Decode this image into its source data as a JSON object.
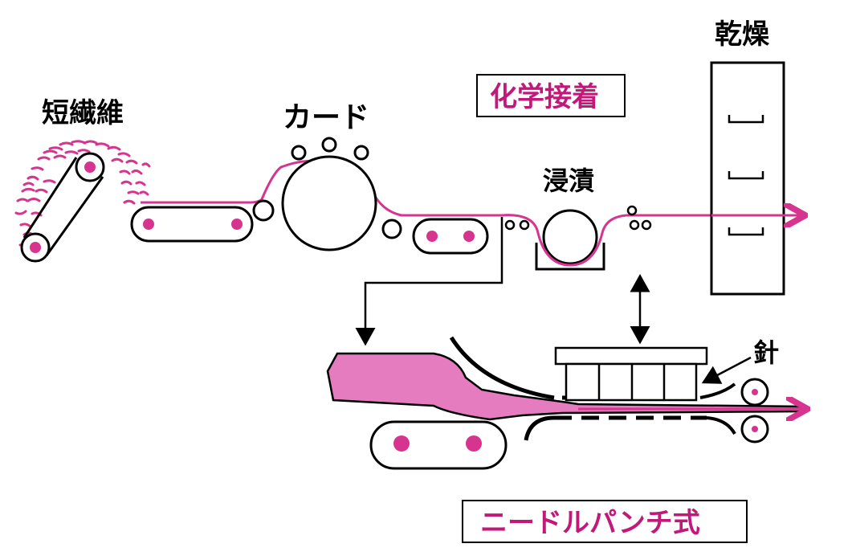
{
  "labels": {
    "short_fiber": "短繊維",
    "card": "カード",
    "chemical_bonding": "化学接着",
    "impregnation": "浸漬",
    "drying": "乾燥",
    "needle": "針",
    "needle_punch": "ニードルパンチ式"
  },
  "colors": {
    "fiber": "#d6348f",
    "fiber_fill": "#e57cc0",
    "label_magenta": "#c2187a",
    "line": "#000000"
  }
}
